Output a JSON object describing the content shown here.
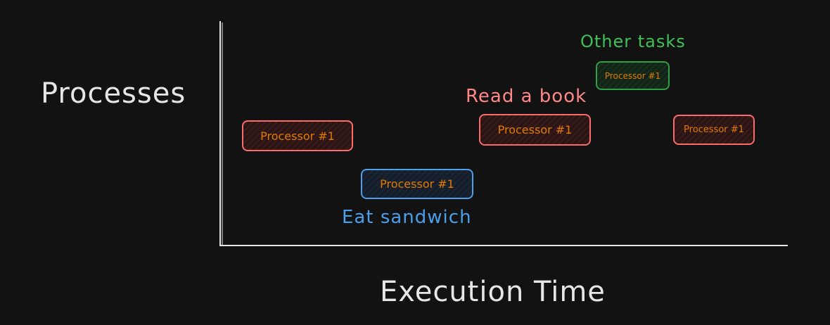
{
  "axes": {
    "y_title": "Processes",
    "x_title": "Execution Time"
  },
  "tasks": [
    {
      "box_label": "Processor #1",
      "color": "#ff6b6b"
    },
    {
      "box_label": "Processor #1",
      "color": "#4a9eea",
      "annotation": "Eat sandwich"
    },
    {
      "box_label": "Processor #1",
      "color": "#ff6b6b",
      "annotation": "Read a book"
    },
    {
      "box_label": "Processor #1",
      "color": "#2f9e44",
      "annotation": "Other tasks"
    },
    {
      "box_label": "Processor #1",
      "color": "#ff6b6b"
    }
  ],
  "colors": {
    "background": "#121212",
    "axis": "#e6e6e6",
    "box_text": "#e07b00"
  }
}
